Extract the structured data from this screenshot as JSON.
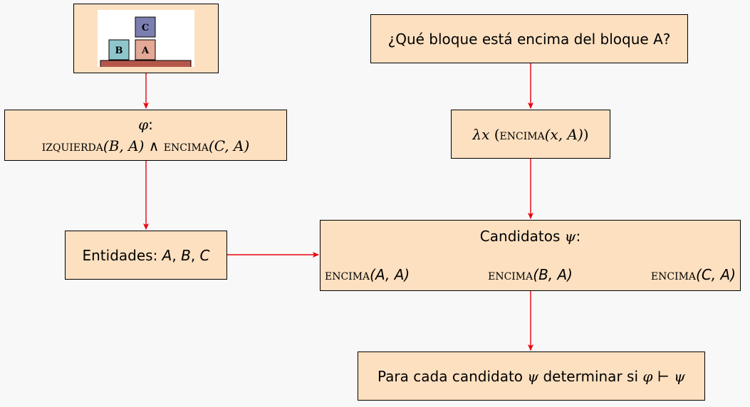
{
  "question": "¿Qué bloque está encima del bloque A?",
  "lambda": {
    "lambda": "λ",
    "var": "x",
    "open": " (",
    "pred": "encima",
    "args": "(x, A)",
    "close": ")"
  },
  "phi_box": {
    "symbol": "φ",
    "colon": ":",
    "pred1": "izquierda",
    "args1": "(B, A)",
    "and": " ∧ ",
    "pred2": "encima",
    "args2": "(C, A)"
  },
  "entities": {
    "label": "Entidades: ",
    "e1": "A",
    "e2": "B",
    "e3": "C",
    "sep": ", "
  },
  "candidates": {
    "title": "Candidatos ",
    "psi": "ψ",
    "colon": ":",
    "items": [
      {
        "pred": "encima",
        "args": "(A, A)"
      },
      {
        "pred": "encima",
        "args": "(B, A)"
      },
      {
        "pred": "encima",
        "args": "(C, A)"
      }
    ]
  },
  "final": {
    "part1": "Para cada candidato ",
    "psi": "ψ",
    "part2": " determinar si ",
    "phi": "φ",
    "turnstile": " ⊢ ",
    "psi2": "ψ"
  },
  "blocks": {
    "labels": [
      "C",
      "B",
      "A"
    ],
    "colors": {
      "c": "#7b7fb0",
      "b": "#8fc6cc",
      "a": "#e3a996",
      "table": "#b4574a"
    }
  },
  "colors": {
    "box_fill": "#fde0c0",
    "arrow": "#e8000b"
  }
}
